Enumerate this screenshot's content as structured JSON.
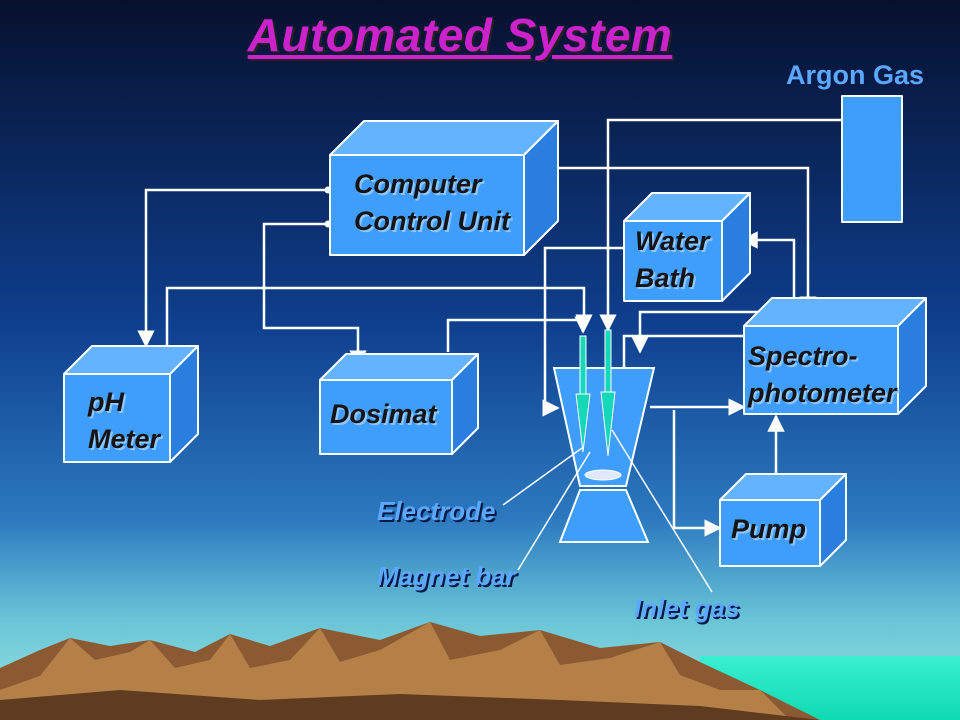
{
  "title": "Automated System",
  "components": {
    "computer": [
      "Computer",
      "Control Unit"
    ],
    "water_bath": [
      "Water",
      "Bath"
    ],
    "spectrophotometer": [
      "Spectro-",
      "photometer"
    ],
    "ph_meter": [
      "pH",
      "Meter"
    ],
    "dosimat": "Dosimat",
    "pump": "Pump",
    "argon_gas": "Argon Gas"
  },
  "callouts": {
    "electrode": "Electrode",
    "magnet_bar": "Magnet bar",
    "inlet_gas": "Inlet gas"
  },
  "colors": {
    "title": "#cc22cc",
    "box_front": "#3f9dfb",
    "box_top": "#63b3ff",
    "box_side": "#2a7ee0",
    "wire": "#ffffff",
    "label_blue": "#5aa8ff",
    "electrode_stem": "#14d8b8"
  }
}
